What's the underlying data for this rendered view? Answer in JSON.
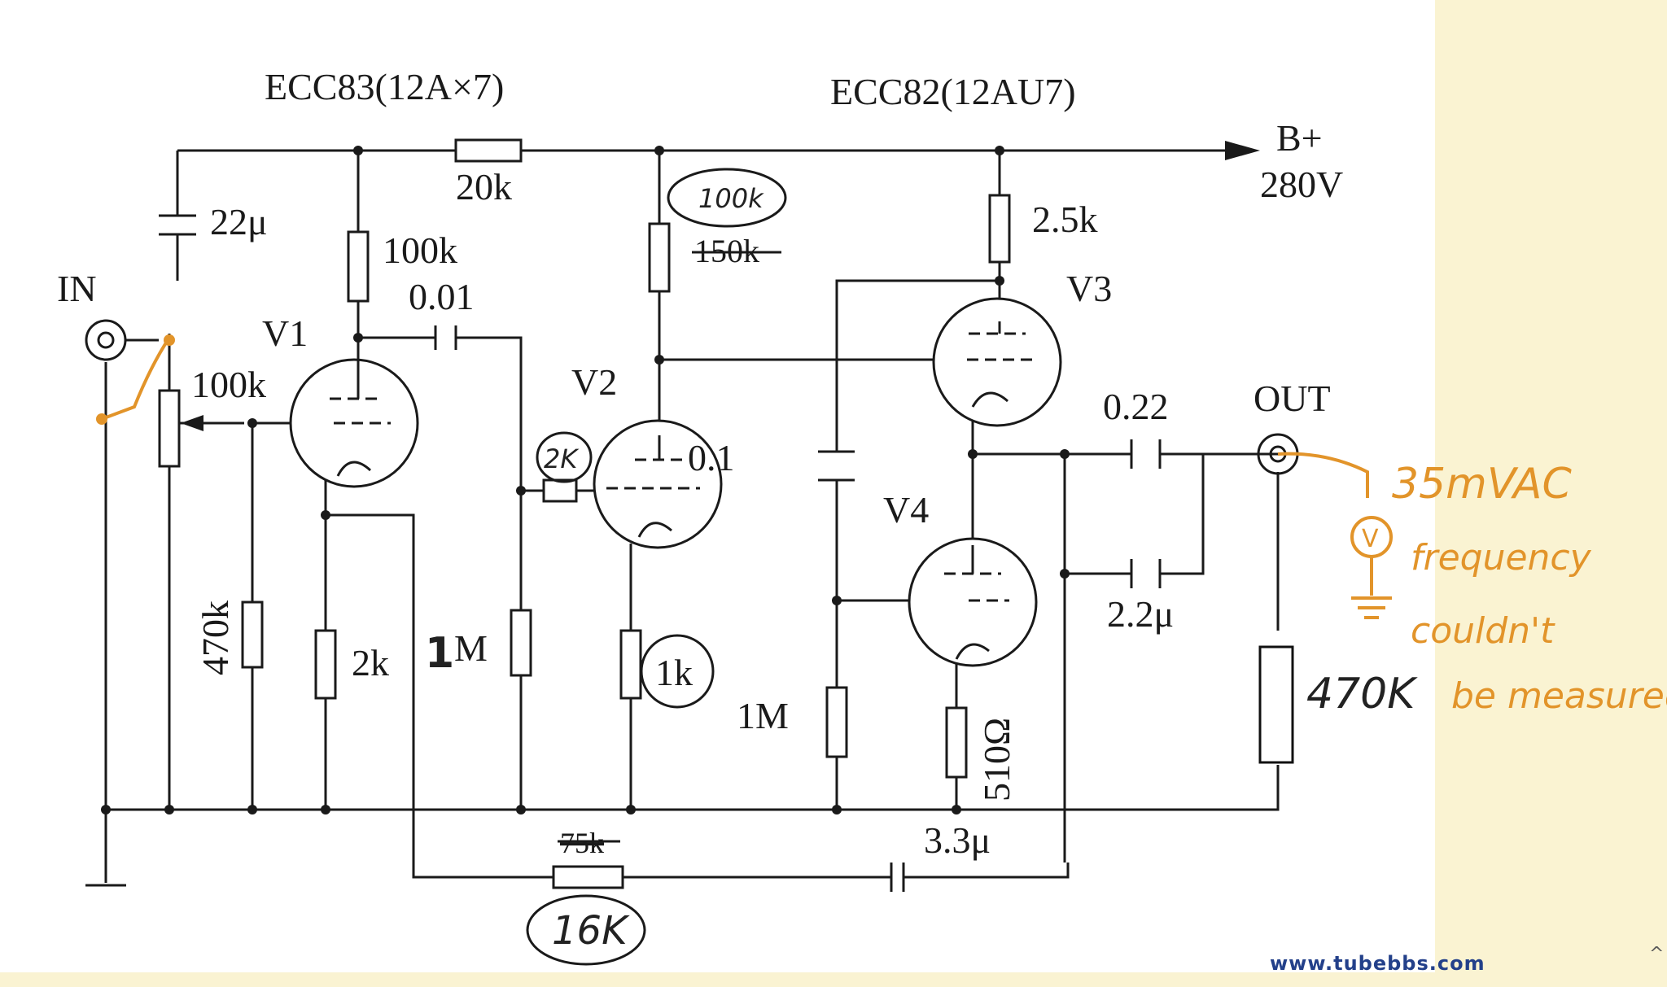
{
  "labels": {
    "tube_v1_v2": "ECC83(12A×7)",
    "tube_v3_v4": "ECC82(12AU7)",
    "b_plus": "B+",
    "b_plus_voltage": "280V",
    "input": "IN",
    "output": "OUT",
    "v1": "V1",
    "v2": "V2",
    "v3": "V3",
    "v4": "V4"
  },
  "components": {
    "c_filter": "22μ",
    "r_dropper": "20k",
    "r_plate_v1": "100k",
    "c_couple_v1": "0.01",
    "pot_volume": "100k",
    "r_470k": "470k",
    "r_cathode_v1": "2k",
    "r_grid_v2_suffix": "M",
    "r_grid_v2_handwritten": "1",
    "r_cathode_v2": "1k",
    "r_plate_v2_old": "150k",
    "r_plate_v2_new": "100k",
    "r_grid_stop_new": "2K",
    "r_plate_v3": "2.5k",
    "c_couple_v3v4": "0.1",
    "r_grid_v4": "1M",
    "r_cathode_v4": "510Ω",
    "c_out_1": "0.22",
    "c_out_2": "2.2μ",
    "c_feedback": "3.3μ",
    "r_feedback_old": "75k",
    "r_feedback_new": "16K",
    "r_load": "470K"
  },
  "annotations": {
    "measured_voltage": "35mVAC",
    "meter_symbol": "V",
    "note_line1": "frequency",
    "note_line2": "couldn't",
    "note_line3": "be measured"
  },
  "watermark": "www.tubebbs.com",
  "colors": {
    "ink": "#1a1a1a",
    "annotation": "#e2942a",
    "page_margin": "#faf3d2"
  }
}
